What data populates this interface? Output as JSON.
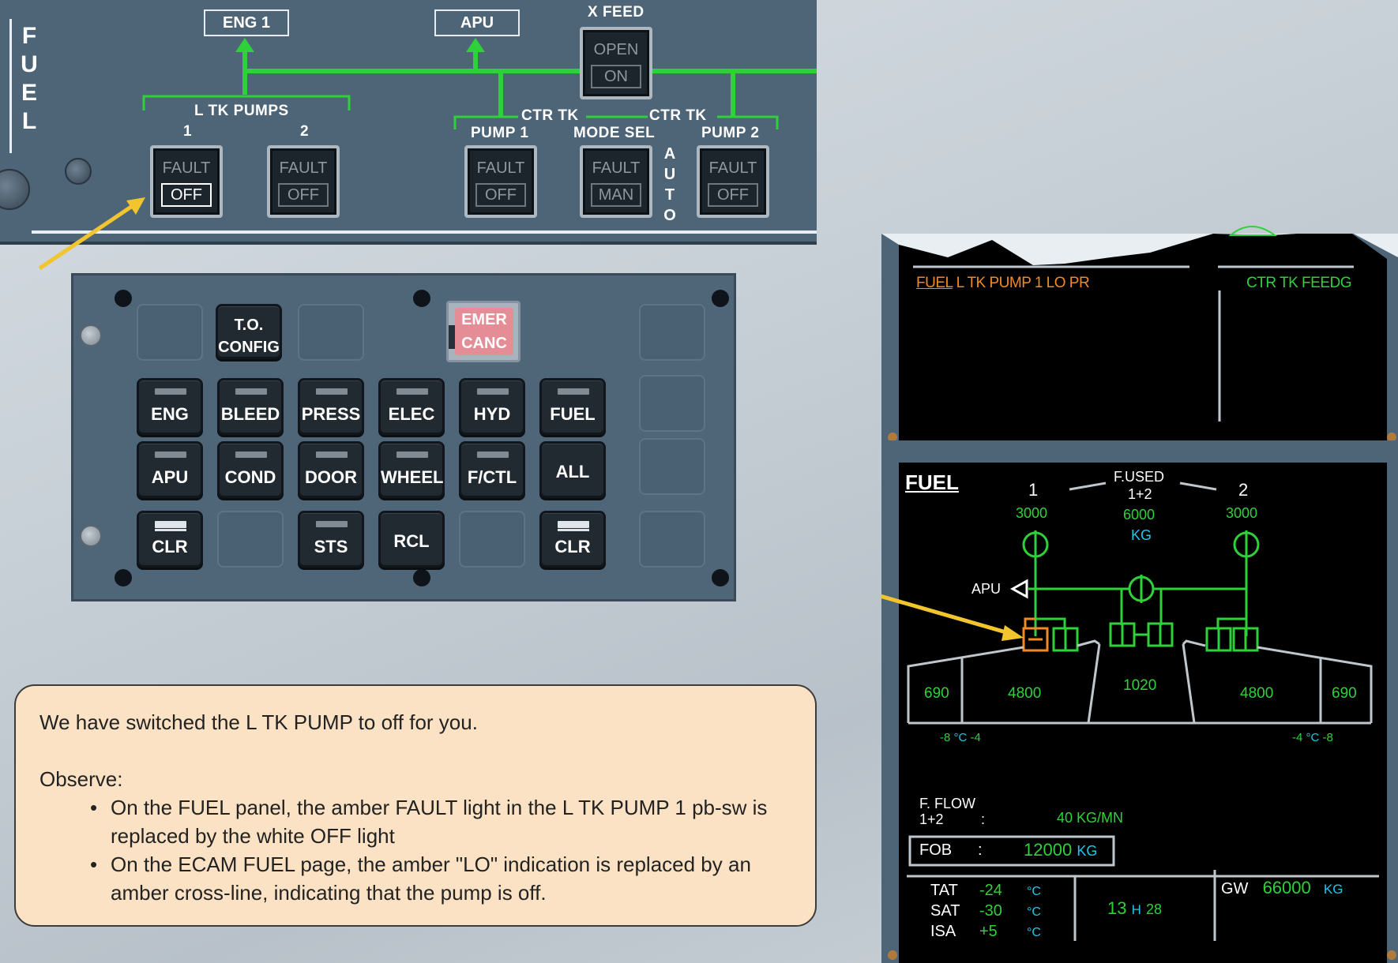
{
  "fuel_panel": {
    "side_title": [
      "F",
      "U",
      "E",
      "L"
    ],
    "eng1_label": "ENG 1",
    "apu_label": "APU",
    "xfeed_label": "X FEED",
    "xfeed_button": {
      "top": "OPEN",
      "bottom": "ON"
    },
    "l_tk_pumps_label": "L TK PUMPS",
    "pump_num_1": "1",
    "pump_num_2": "2",
    "ctr_tk_left_label": "CTR TK",
    "ctr_tk_right_label": "CTR TK",
    "ctr_pump1_label": "PUMP 1",
    "mode_sel_label": "MODE SEL",
    "ctr_pump2_label": "PUMP 2",
    "auto_letters": [
      "A",
      "U",
      "T",
      "O"
    ],
    "buttons": [
      {
        "top": "FAULT",
        "bottom": "OFF",
        "lit": true
      },
      {
        "top": "FAULT",
        "bottom": "OFF",
        "lit": false
      },
      {
        "top": "FAULT",
        "bottom": "OFF",
        "lit": false
      },
      {
        "top": "FAULT",
        "bottom": "MAN",
        "lit": false
      },
      {
        "top": "FAULT",
        "bottom": "OFF",
        "lit": false
      }
    ]
  },
  "ecp": {
    "to_config": "T.O. CONFIG",
    "to_config_l1": "T.O.",
    "to_config_l2": "CONFIG",
    "emer_l1": "EMER",
    "emer_l2": "CANC",
    "row1": [
      "ENG",
      "BLEED",
      "PRESS",
      "ELEC",
      "HYD",
      "FUEL"
    ],
    "row2": [
      "APU",
      "COND",
      "DOOR",
      "WHEEL",
      "F/CTL",
      "ALL"
    ],
    "row3": {
      "clr_left": "CLR",
      "sts": "STS",
      "rcl": "RCL",
      "clr_right": "CLR"
    }
  },
  "message": {
    "line1": "We have switched the L TK PUMP to off for you.",
    "observe": "Observe:",
    "bullet1": "On the FUEL panel, the amber FAULT light in the L TK PUMP 1 pb-sw is replaced by the white OFF light",
    "bullet2": "On the ECAM FUEL page, the amber \"LO\" indication is replaced by an amber cross-line, indicating that the pump is off."
  },
  "ewd": {
    "warning_prefix": "FUEL",
    "warning_text": " L TK PUMP 1 LO PR",
    "memo": "CTR TK FEEDG"
  },
  "sd": {
    "title": "FUEL",
    "eng1": "1",
    "eng2": "2",
    "fused_label": "F.USED",
    "fused_sub": "1+2",
    "fused_left": "3000",
    "fused_total": "6000",
    "fused_right": "3000",
    "fused_unit": "KG",
    "apu_label": "APU",
    "tanks": [
      "690",
      "4800",
      "1020",
      "4800",
      "690"
    ],
    "temp_left_a": "-8",
    "temp_unit": "°C",
    "temp_left_b": "-4",
    "temp_right_a": "-4",
    "temp_right_b": "-8",
    "fflow_label": "F. FLOW",
    "fflow_sub": "1+2",
    "fflow_colon": ":",
    "fflow_value": "40 KG/MN",
    "fob_label": "FOB",
    "fob_colon": ":",
    "fob_value": "12000",
    "fob_unit": "KG",
    "tat_label": "TAT",
    "tat_value": "-24",
    "sat_label": "SAT",
    "sat_value": "-30",
    "isa_label": "ISA",
    "isa_value": "+5",
    "deg_c": "°C",
    "time_h_value": "13",
    "time_h": "H",
    "time_m": "28",
    "gw_label": "GW",
    "gw_value": "66000",
    "gw_unit": "KG"
  },
  "colors": {
    "green": "#2fd13a",
    "amber": "#f08a24",
    "cyan": "#22c7e8",
    "arrow": "#f2c52e"
  }
}
